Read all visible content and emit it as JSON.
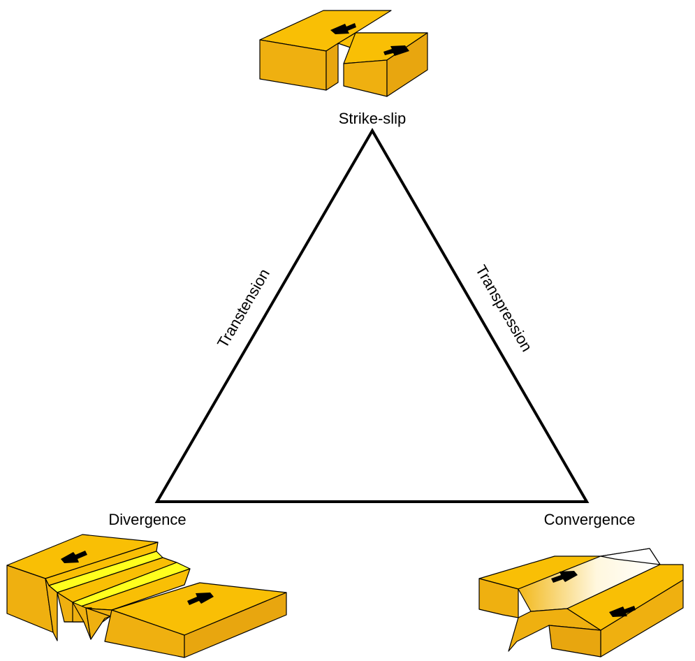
{
  "vertices": {
    "top": "Strike-slip",
    "left": "Divergence",
    "right": "Convergence"
  },
  "edges": {
    "left": "Transtension",
    "right": "Transpression"
  },
  "colors": {
    "block_top": "#F9BF05",
    "block_front": "#EFB010",
    "block_side": "#E8A60F",
    "rift_stripe": "#FFFF1E",
    "mountain_highlight": "#FFFFFF",
    "arrow": "#000000",
    "outline": "#000000"
  },
  "icons": {
    "arrow": "motion-arrow",
    "blocks": "crustal-block"
  }
}
